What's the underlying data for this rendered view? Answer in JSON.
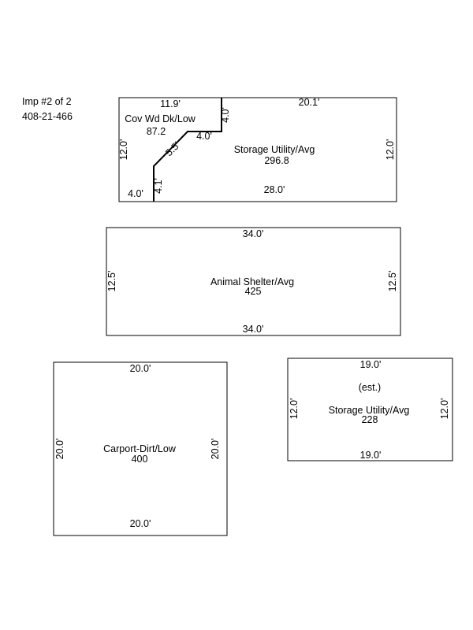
{
  "header": {
    "imp_label": "Imp #2 of 2",
    "parcel_id": "408-21-466"
  },
  "storage_utility_1": {
    "name": "Storage Utility/Avg",
    "area": "296.8",
    "dims": {
      "top_right": "20.1'",
      "left": "12.0'",
      "right": "12.0'",
      "bottom": "28.0'",
      "notch_vertical": "4.0'",
      "notch_horizontal": "4.0'",
      "diagonal": "5.5'",
      "lower_vertical": "4.1'",
      "bottom_left": "4.0'"
    }
  },
  "covered_deck": {
    "name": "Cov Wd Dk/Low",
    "area": "87.2",
    "dims": {
      "top": "11.9'"
    }
  },
  "animal_shelter": {
    "name": "Animal Shelter/Avg",
    "area": "425",
    "dims": {
      "top": "34.0'",
      "bottom": "34.0'",
      "left": "12.5'",
      "right": "12.5'"
    }
  },
  "carport": {
    "name": "Carport-Dirt/Low",
    "area": "400",
    "dims": {
      "top": "20.0'",
      "bottom": "20.0'",
      "left": "20.0'",
      "right": "20.0'"
    }
  },
  "storage_utility_2": {
    "name": "Storage Utility/Avg",
    "area": "228",
    "note": "(est.)",
    "dims": {
      "top": "19.0'",
      "bottom": "19.0'",
      "left": "12.0'",
      "right": "12.0'"
    }
  }
}
